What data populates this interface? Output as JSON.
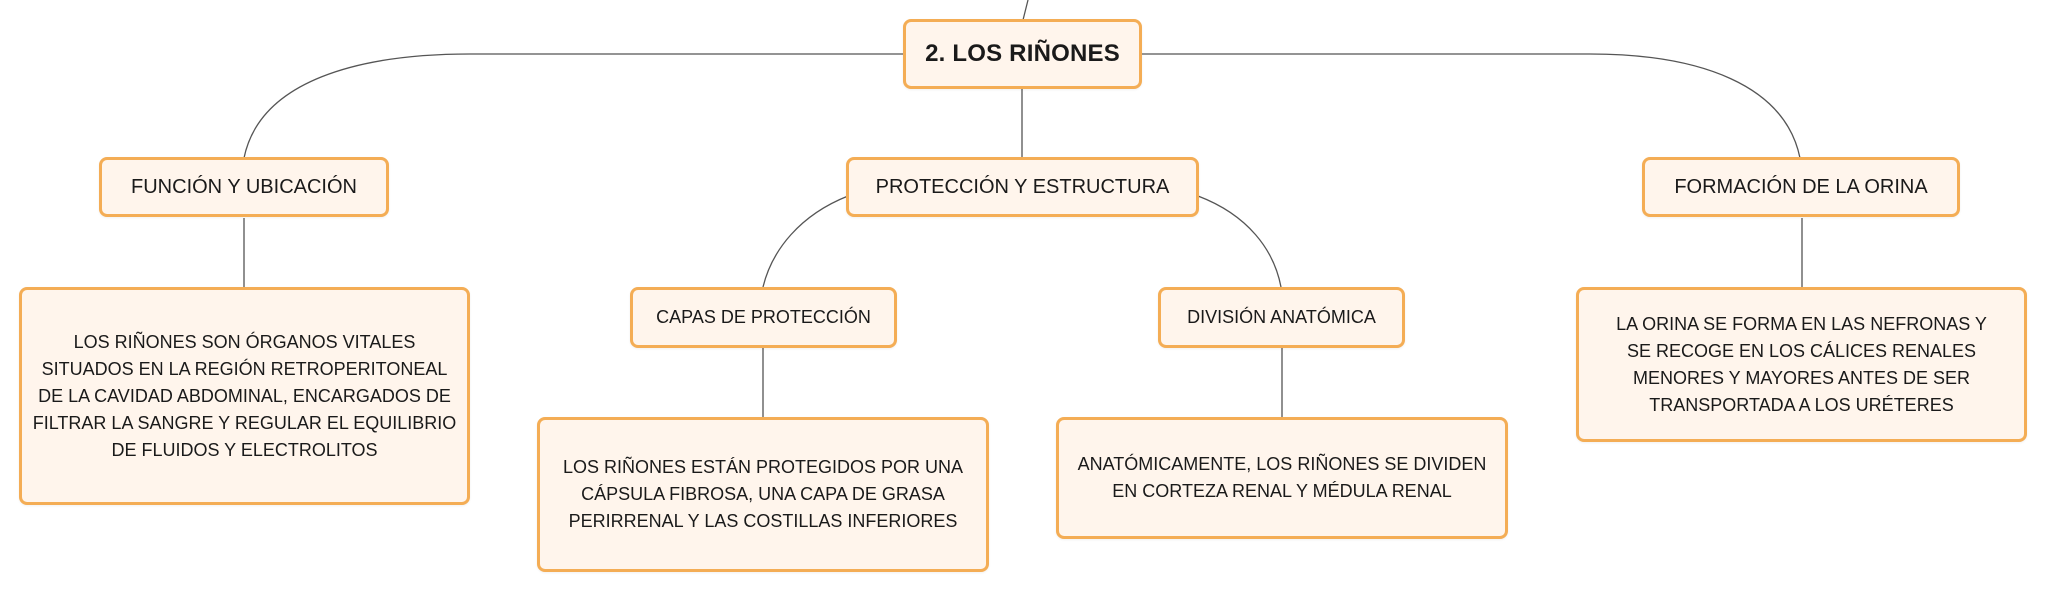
{
  "colors": {
    "node_border": "#f4ad55",
    "node_fill": "#fff5ec",
    "connector": "#555555"
  },
  "root": {
    "label": "2. LOS RIÑONES"
  },
  "branches": {
    "funcion": {
      "label": "FUNCIÓN Y UBICACIÓN",
      "detail": "LOS RIÑONES SON ÓRGANOS VITALES SITUADOS EN LA REGIÓN RETROPERITONEAL DE LA CAVIDAD ABDOMINAL, ENCARGADOS DE FILTRAR LA SANGRE Y REGULAR EL EQUILIBRIO DE FLUIDOS Y ELECTROLITOS"
    },
    "proteccion": {
      "label": "PROTECCIÓN Y ESTRUCTURA",
      "capas": {
        "label": "CAPAS DE PROTECCIÓN",
        "detail": "LOS RIÑONES ESTÁN PROTEGIDOS POR UNA CÁPSULA FIBROSA, UNA CAPA DE GRASA PERIRRENAL Y LAS COSTILLAS INFERIORES"
      },
      "division": {
        "label": "DIVISIÓN ANATÓMICA",
        "detail": "ANATÓMICAMENTE, LOS RIÑONES SE DIVIDEN EN CORTEZA RENAL Y MÉDULA RENAL"
      }
    },
    "formacion": {
      "label": "FORMACIÓN DE LA ORINA",
      "detail": "LA ORINA SE FORMA EN LAS NEFRONAS Y SE RECOGE EN LOS CÁLICES RENALES MENORES Y MAYORES ANTES DE SER TRANSPORTADA A LOS URÉTERES"
    }
  }
}
